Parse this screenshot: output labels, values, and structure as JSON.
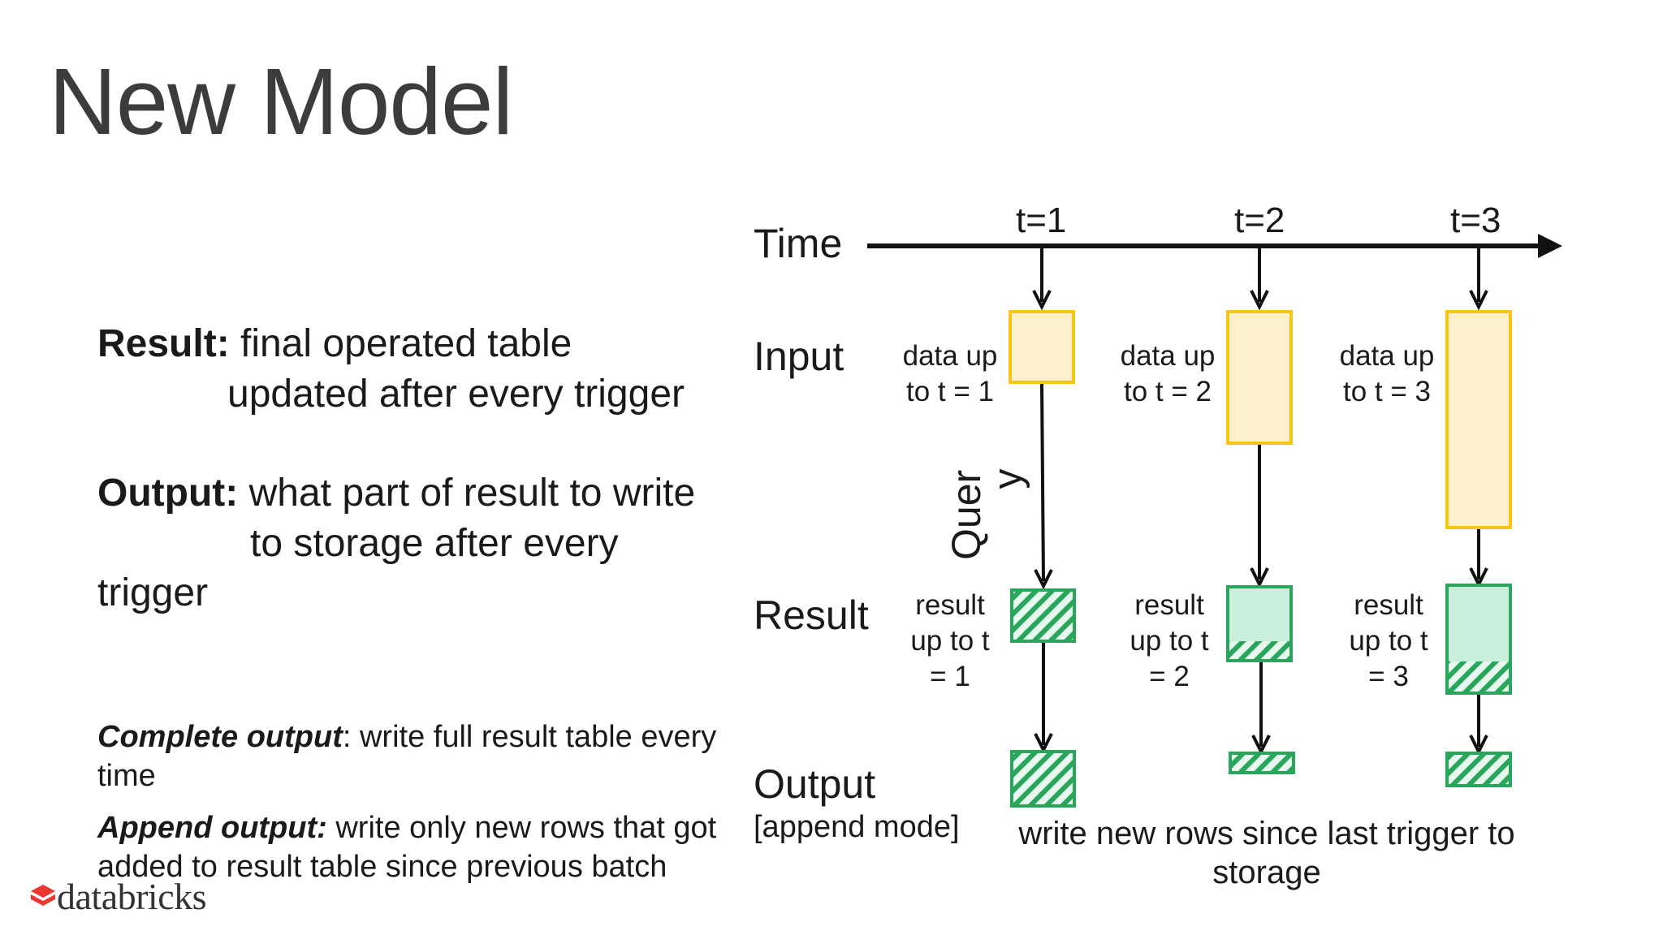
{
  "title": "New Model",
  "result_desc": {
    "label": "Result:",
    "line1": "final operated table",
    "line2": "updated after every trigger"
  },
  "output_desc": {
    "label": "Output:",
    "line1": "what part of result to write",
    "line2": "to storage after every",
    "line3": "trigger"
  },
  "complete_output": {
    "label": "Complete output",
    "text1": ": write full result table every",
    "text2": "time"
  },
  "append_output": {
    "label": "Append output:",
    "text1": " write only new rows that got",
    "text2": "added to result table since previous batch"
  },
  "diagram": {
    "row_labels": {
      "time": "Time",
      "input": "Input",
      "result": "Result",
      "output": "Output",
      "output_mode": "[append mode]"
    },
    "query_label_top": "Quer",
    "query_label_bottom": "y",
    "times": [
      "t=1",
      "t=2",
      "t=3"
    ],
    "input_captions": [
      [
        "data up",
        "to t = 1"
      ],
      [
        "data up",
        "to t = 2"
      ],
      [
        "data up",
        "to t = 3"
      ]
    ],
    "result_captions": [
      [
        "result",
        "up to t",
        "= 1"
      ],
      [
        "result",
        "up to t",
        "= 2"
      ],
      [
        "result",
        "up to t",
        "= 3"
      ]
    ],
    "output_note_line1": "write new rows since last trigger to",
    "output_note_line2": "storage",
    "colors": {
      "input_fill": "#fdf0cc",
      "input_stroke": "#f5c518",
      "result_fill": "#c8f0dc",
      "result_stroke": "#2aa65c",
      "hatch": "#2aa65c"
    }
  },
  "logo": {
    "text": "databricks"
  }
}
